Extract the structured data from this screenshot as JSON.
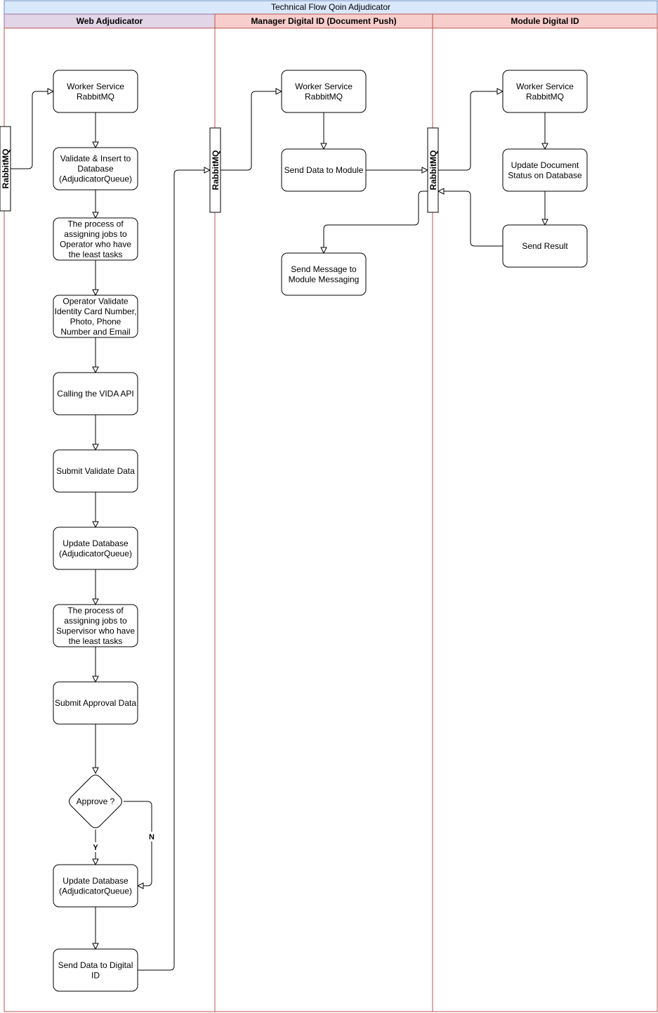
{
  "title": "Technical Flow Qoin Adjudicator",
  "lanes": [
    {
      "label": "Web Adjudicator",
      "color": "#e1d5e7"
    },
    {
      "label": "Manager Digital ID (Document Push)",
      "color": "#f8cecc"
    },
    {
      "label": "Module Digital ID",
      "color": "#f8cecc"
    }
  ],
  "colors": {
    "title_bg": "#dae8fc",
    "title_border": "#6c8ebf",
    "lane_border": "#b85450",
    "lane1_border": "#9673a6"
  },
  "queue_label": "RabbitMQ",
  "nodes": {
    "wa_worker": "Worker Service\nRabbitMQ",
    "wa_validate": "Validate & Insert to\nDatabase\n(AdjudicatorQueue)",
    "wa_assign_op": "The process of\nassigning jobs to\nOperator who have\nthe least tasks",
    "wa_op_validate": "Operator Validate\nIdentity Card Number,\nPhoto, Phone\nNumber and Email",
    "wa_vida": "Calling the VIDA API",
    "wa_submit_validate": "Submit Validate Data",
    "wa_update_db1": "Update Database\n(AdjudicatorQueue)",
    "wa_assign_sup": "The process of\nassigning jobs to\nSupervisor who have\nthe least tasks",
    "wa_submit_approval": "Submit Approval Data",
    "wa_approve": "Approve ?",
    "wa_update_db2": "Update Database\n(AdjudicatorQueue)",
    "wa_send_digital": "Send Data to Digital\nID",
    "md_worker": "Worker Service\nRabbitMQ",
    "md_send_module": "Send Data to Module",
    "md_send_message": "Send Message to\nModule Messaging",
    "mod_worker": "Worker Service\nRabbitMQ",
    "mod_update_doc": "Update Document\nStatus on Database",
    "mod_send_result": "Send Result"
  },
  "edge_labels": {
    "yes": "Y",
    "no": "N"
  }
}
